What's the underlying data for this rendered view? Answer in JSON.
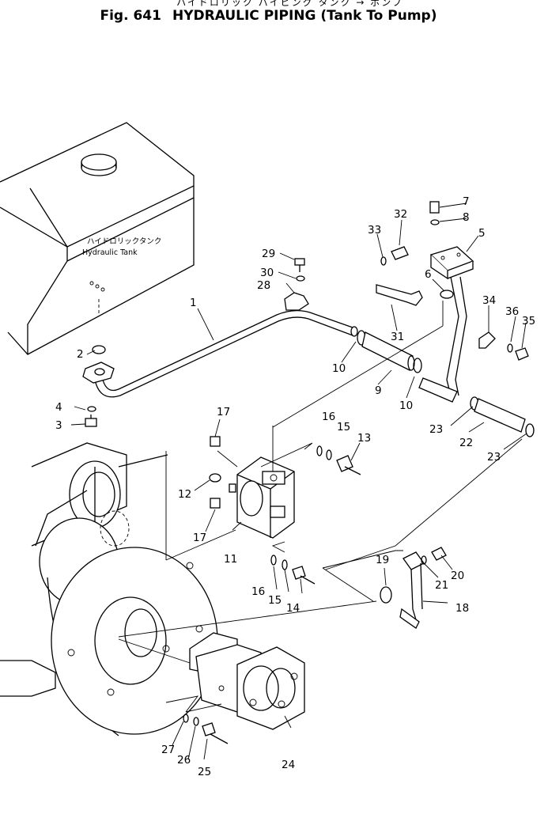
{
  "header": {
    "title_jp": "ハイドロリック パイピング タンク → ポンプ",
    "fig_label": "Fig. 641",
    "title_en": "HYDRAULIC PIPING (Tank To Pump)"
  },
  "diagram": {
    "tank_label_jp": "ハイドロリックタンク",
    "tank_label_en": "Hydraulic Tank",
    "callouts": [
      "1",
      "2",
      "3",
      "4",
      "5",
      "6",
      "7",
      "8",
      "9",
      "10",
      "10",
      "11",
      "12",
      "13",
      "14",
      "15",
      "15",
      "16",
      "16",
      "17",
      "17",
      "18",
      "19",
      "20",
      "21",
      "22",
      "23",
      "23",
      "24",
      "25",
      "26",
      "27",
      "28",
      "29",
      "30",
      "31",
      "32",
      "33",
      "34",
      "35",
      "36"
    ]
  }
}
